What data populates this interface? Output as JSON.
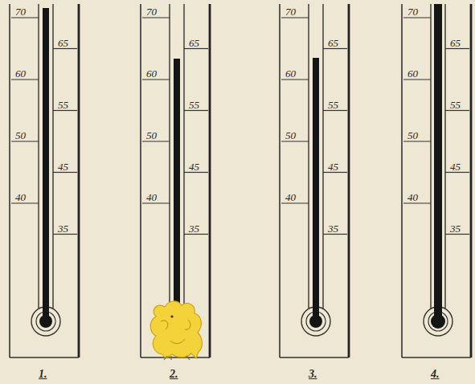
{
  "diagram": {
    "labels": [
      "70",
      "65",
      "60",
      "55",
      "50",
      "45",
      "40",
      "35",
      "1.",
      "70",
      "65",
      "60",
      "55",
      "50",
      "45",
      "40",
      "35",
      "2.",
      "70",
      "65",
      "60",
      "55",
      "50",
      "45",
      "40",
      "35",
      "3.",
      "70",
      "65",
      "60",
      "55",
      "50",
      "45",
      "40",
      "35",
      "4."
    ]
  }
}
